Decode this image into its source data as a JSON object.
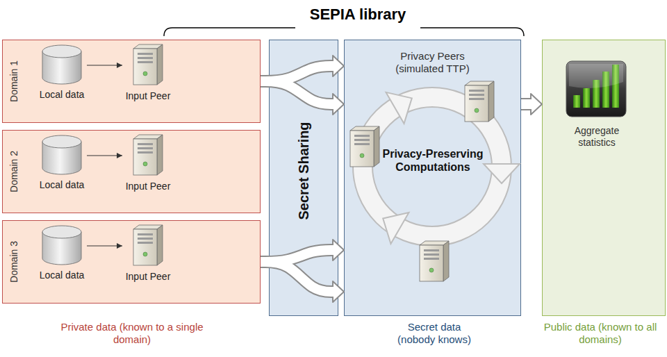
{
  "diagram": {
    "title": "SEPIA library",
    "nodes": [
      {
        "text": [
          "Domain 1"
        ]
      },
      {
        "text": [
          "Local data"
        ],
        "in": 0
      },
      {
        "text": [
          "Input Peer"
        ],
        "in": 0
      },
      {
        "text": [
          "Domain 2"
        ]
      },
      {
        "text": [
          "Local data"
        ],
        "in": 3
      },
      {
        "text": [
          "Input Peer"
        ],
        "in": 3
      },
      {
        "text": [
          "Domain 3"
        ]
      },
      {
        "text": [
          "Local data"
        ],
        "in": 6
      },
      {
        "text": [
          "Input Peer"
        ],
        "in": 6
      },
      {
        "text": [
          "Secret Sharing"
        ]
      },
      {
        "text": [
          "Privacy Peers (simulated TTP)",
          "Privacy-Preserving Computations"
        ]
      },
      {
        "text": [
          "Aggregate statistics"
        ]
      }
    ],
    "edges": [
      {
        "from": 1,
        "to": 2,
        "arrow": "to"
      },
      {
        "from": 4,
        "to": 5,
        "arrow": "to"
      },
      {
        "from": 7,
        "to": 8,
        "arrow": "to"
      },
      {
        "from": 0,
        "to": 10,
        "arrow": "to"
      },
      {
        "from": 6,
        "to": 10,
        "arrow": "to"
      },
      {
        "from": 10,
        "to": 11,
        "arrow": "to"
      }
    ],
    "labels": [
      "Private data (known to a single domain)",
      "Secret data (nobody knows)",
      "Public data (known to all domains)"
    ]
  }
}
